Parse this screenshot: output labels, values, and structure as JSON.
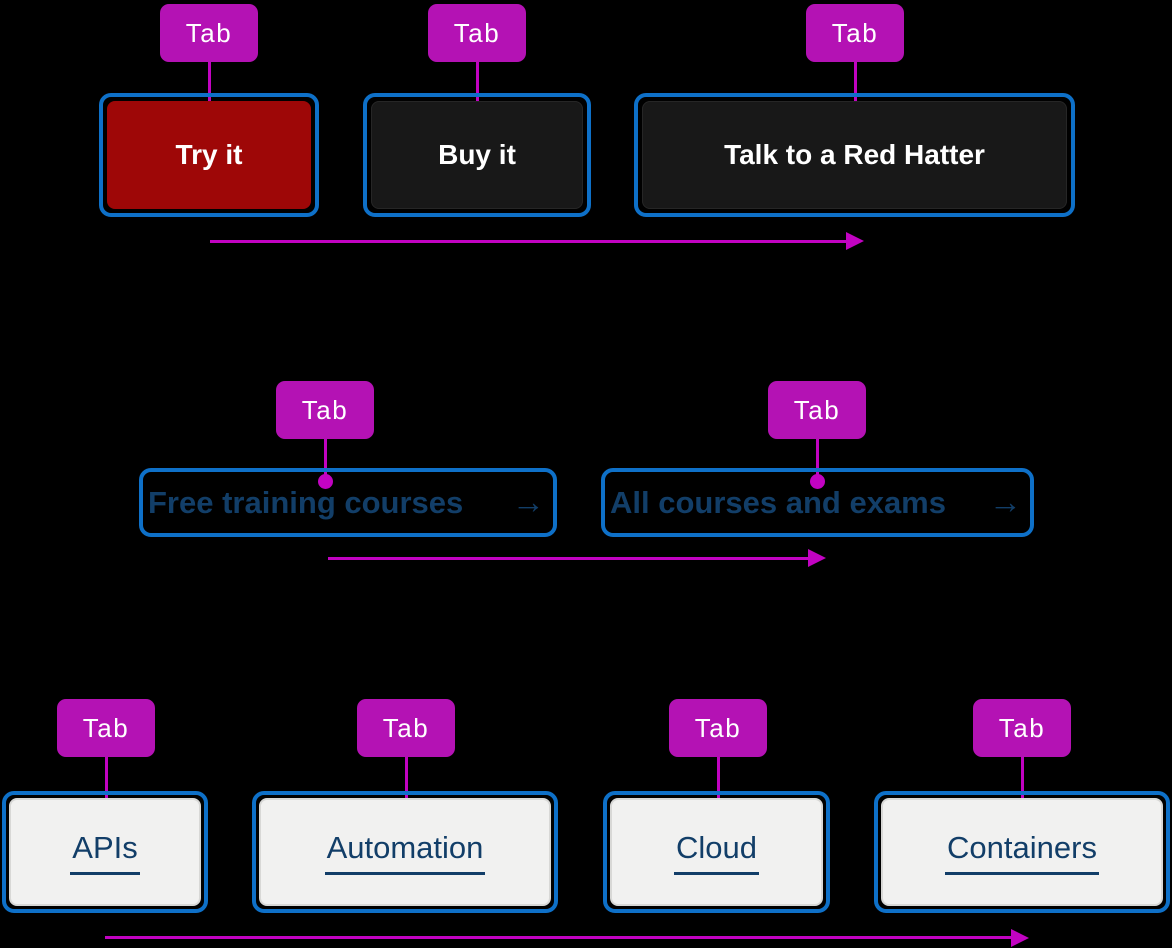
{
  "diagram": {
    "tab_key": "Tab",
    "colors": {
      "background": "#000000",
      "tab_chip_magenta": "#B412B4",
      "connector_magenta": "#C203C2",
      "focus_ring_blue": "#0E70C8",
      "button_red": "#9E0707",
      "button_dark": "#181818",
      "link_navy": "#123E68",
      "card_background": "#F1F1F0",
      "text_white": "#FFFFFF"
    },
    "rows": {
      "buttons": {
        "items": [
          {
            "label": "Try it"
          },
          {
            "label": "Buy it"
          },
          {
            "label": "Talk to a Red Hatter"
          }
        ]
      },
      "links": {
        "items": [
          {
            "label": "Free training courses",
            "arrow": "→"
          },
          {
            "label": "All courses and exams",
            "arrow": "→"
          }
        ]
      },
      "cards": {
        "items": [
          {
            "label": "APIs"
          },
          {
            "label": "Automation"
          },
          {
            "label": "Cloud"
          },
          {
            "label": "Containers"
          }
        ]
      }
    }
  }
}
